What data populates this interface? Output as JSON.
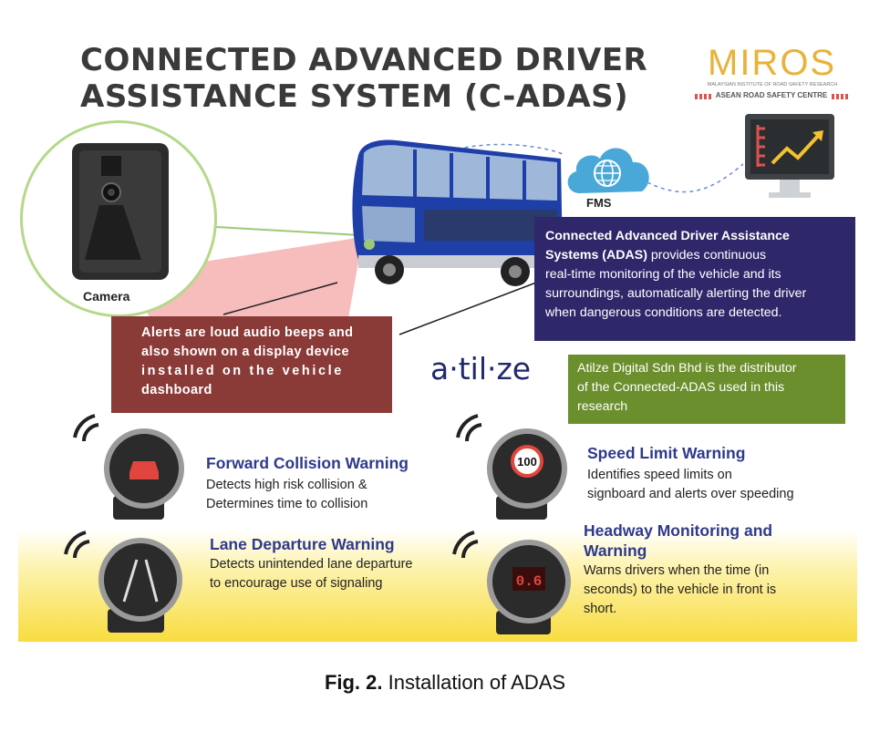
{
  "title_line1": "CONNECTED ADVANCED DRIVER",
  "title_line2": "ASSISTANCE SYSTEM (C-ADAS)",
  "logo": {
    "brand": "MIROS",
    "subtitle": "MALAYSIAN INSTITUTE OF ROAD SAFETY RESEARCH",
    "centre": "ASEAN ROAD SAFETY CENTRE"
  },
  "camera_label": "Camera",
  "fms_label": "FMS",
  "cadas_box": {
    "bold_line1": "Connected Advanced Driver Assistance",
    "bold_line2": "Systems (ADAS)",
    "text_line2_rest": " provides continuous",
    "line3": "real-time monitoring of the vehicle and its",
    "line4": "surroundings, automatically alerting the driver",
    "line5": "when dangerous conditions are detected."
  },
  "alert_box": {
    "line1": "Alerts are loud audio beeps and",
    "line2": "also shown on a display device",
    "line3": "installed on the vehicle",
    "line4": "dashboard"
  },
  "atilze_logo": "a·til·ze",
  "atilze_box": {
    "line1": "Atilze Digital Sdn Bhd is the distributor",
    "line2": "of the Connected-ADAS used in this",
    "line3": "research"
  },
  "features": {
    "fcw": {
      "title": "Forward Collision Warning",
      "desc1": "Detects high risk collision &",
      "desc2": "Determines time to collision"
    },
    "ldw": {
      "title": "Lane Departure Warning",
      "desc1": "Detects unintended lane departure",
      "desc2": "to encourage use of signaling"
    },
    "slw": {
      "title": "Speed Limit Warning",
      "desc1": "Identifies speed limits on",
      "desc2": "signboard and alerts over speeding"
    },
    "hmw": {
      "title1": "Headway Monitoring and",
      "title2": "Warning",
      "desc1": "Warns drivers when the time (in",
      "desc2": "seconds) to the vehicle in front is",
      "desc3": "short."
    }
  },
  "speed_sign": "100",
  "headway_value": "0.6",
  "caption_bold": "Fig. 2.",
  "caption_text": " Installation of ADAS",
  "colors": {
    "title": "#3a3a3a",
    "cadas_box": "#2e2769",
    "alert_box": "#8a3a37",
    "atilze_box": "#6b8f2d",
    "feature_title": "#2e3a8c",
    "bus": "#1f3fa8",
    "camera_ring": "#b5d88a"
  }
}
